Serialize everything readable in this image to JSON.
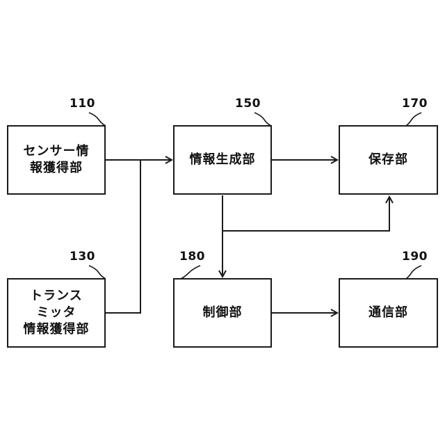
{
  "blocks": {
    "sensor": {
      "ref": "110",
      "label": "センサー情\n報獲得部"
    },
    "transmitter": {
      "ref": "130",
      "label": "トランス\nミッタ\n情報獲得部"
    },
    "generator": {
      "ref": "150",
      "label": "情報生成部"
    },
    "storage": {
      "ref": "170",
      "label": "保存部"
    },
    "control": {
      "ref": "180",
      "label": "制御部"
    },
    "comm": {
      "ref": "190",
      "label": "通信部"
    }
  },
  "colors": {
    "line": "#1a1a1a",
    "text": "#111111",
    "background": "#ffffff"
  }
}
